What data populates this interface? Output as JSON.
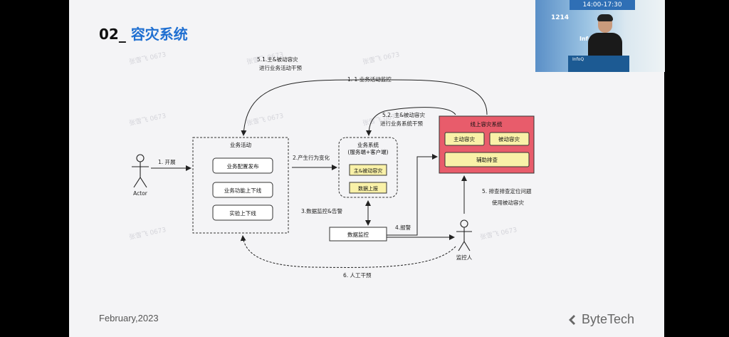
{
  "slide": {
    "title_prefix": "02_",
    "title_main": "容灾系统",
    "footer_date": "February,2023",
    "logo_text": "ByteTech"
  },
  "video": {
    "banner": "14:00-17:30",
    "side_text_1": "1214",
    "side_text_2": "InfoQ",
    "podium_text": "InfoQ"
  },
  "watermark": "张雪飞 0673",
  "diagram": {
    "actor_label": "Actor",
    "monitor_person_label": "监控人",
    "business_activity": {
      "title": "业务活动",
      "items": [
        "业务配置发布",
        "业务功能上下线",
        "实验上下线"
      ]
    },
    "business_system": {
      "title_line1": "业务系统",
      "title_line2": "(服务端+客户端)",
      "items": [
        "主&被动容灾",
        "数据上报"
      ]
    },
    "data_monitor": "数据监控",
    "online_dr_system": {
      "title": "线上容灾系统",
      "items": [
        "主动容灾",
        "被动容灾",
        "辅助排查"
      ]
    },
    "edges": {
      "e1": "1. 开展",
      "e1_1": "1. 1 业务活动监控",
      "e2": "2.产生行为变化",
      "e3": "3.数据监控&告警",
      "e4": "4.报警",
      "e5_line1": "5. 排查排查定位问题",
      "e5_line2": "使用被动容灾",
      "e5_1_line1": "5.1.主&被动容灾",
      "e5_1_line2": "进行业务活动干预",
      "e5_2_line1": "5.2. 主&被动容灾",
      "e5_2_line2": "进行业务系统干预",
      "e6": "6. 人工干预"
    }
  }
}
